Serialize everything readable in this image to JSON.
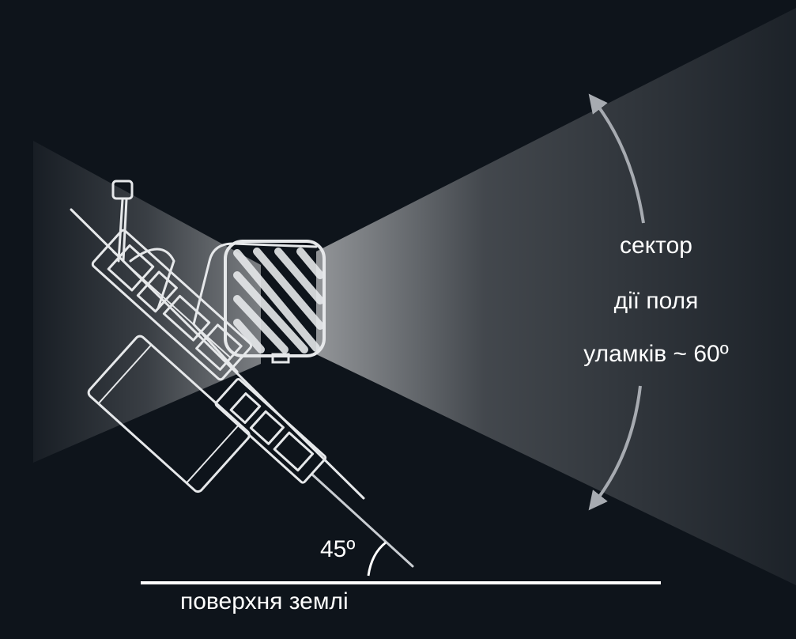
{
  "diagram": {
    "sector_label": {
      "line1": "сектор",
      "line2": "дії поля",
      "line3": "уламків ~ 60º"
    },
    "angle_label": "45º",
    "ground_label": "поверхня землі",
    "colors": {
      "background": "#0e141b",
      "beam": "#ffffff",
      "arrow": "#a7abb1",
      "ground_line": "#ffffff",
      "device_outline": "#e6e8ea"
    },
    "icons": {
      "device": "mine-device-outline",
      "spread_arrow": "double-arc-arrow-icon"
    }
  }
}
